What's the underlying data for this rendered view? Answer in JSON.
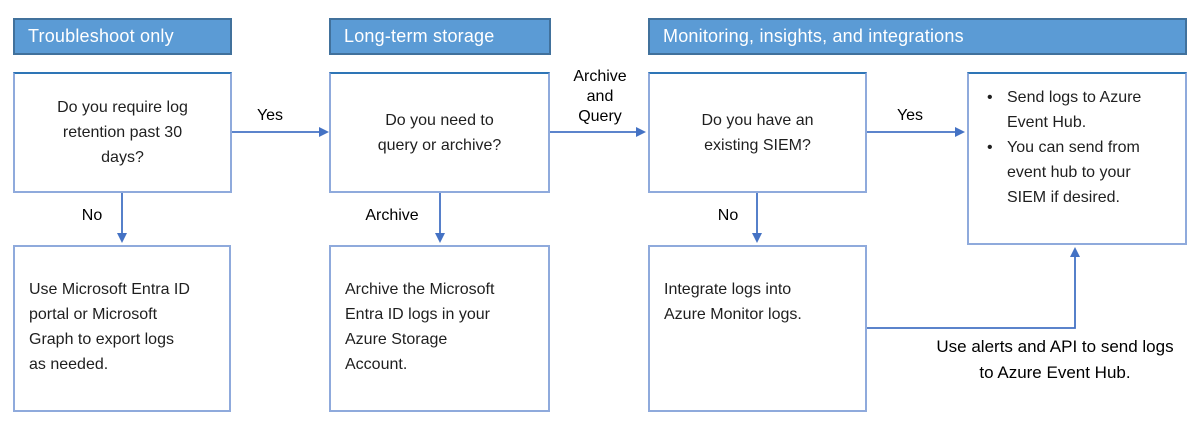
{
  "colors": {
    "header_fill": "#5B9BD5",
    "header_border": "#41719C",
    "decision_border_top": "#2E75B6",
    "box_border_light": "#8FAADC",
    "arrow": "#4472C4",
    "text": "#1f1f1f",
    "header_text": "#ffffff"
  },
  "headers": {
    "troubleshoot": "Troubleshoot only",
    "storage": "Long-term storage",
    "monitoring": "Monitoring, insights, and integrations"
  },
  "boxes": {
    "q_retention": "Do you require log retention past 30 days?",
    "q_query_archive": "Do you need to query or archive?",
    "q_siem": "Do you have an existing SIEM?",
    "action_export": "Use Microsoft Entra ID portal or Microsoft Graph to export logs as needed.",
    "action_archive": "Archive the Microsoft Entra ID logs in your Azure Storage Account.",
    "action_monitor": "Integrate logs into Azure Monitor logs.",
    "event_hub_bullets": [
      "Send logs to Azure Event Hub.",
      "You can send from event hub to your SIEM if desired."
    ],
    "bullet_glyph": "•"
  },
  "edge_labels": {
    "yes1": "Yes",
    "no1": "No",
    "archive_and_query": "Archive and Query",
    "archive": "Archive",
    "yes2": "Yes",
    "no2": "No",
    "alerts_api": "Use alerts and API to send logs to Azure Event Hub."
  }
}
